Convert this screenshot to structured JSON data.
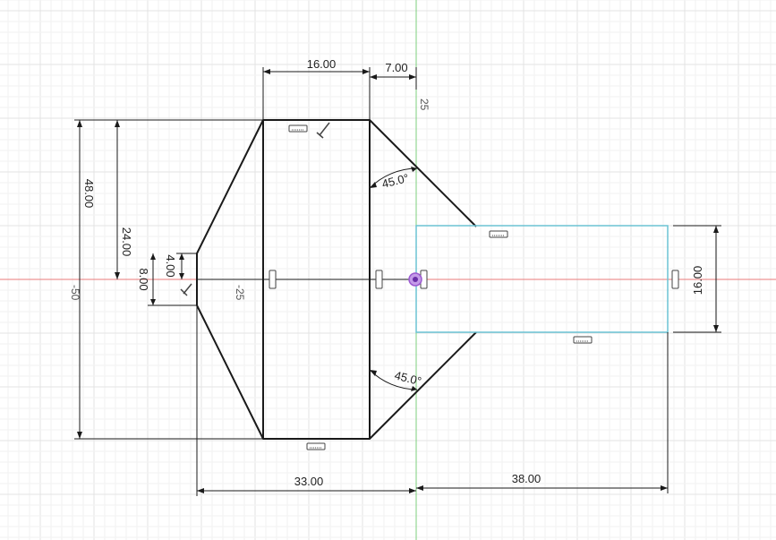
{
  "sketch": {
    "dimensions": {
      "width_16": "16.00",
      "width_7": "7.00",
      "height_48": "48.00",
      "height_24": "24.00",
      "height_4": "4.00",
      "height_8": "8.00",
      "width_33": "33.00",
      "width_38": "38.00",
      "height_16": "16.00"
    },
    "angles": {
      "upper": "45.0°",
      "lower": "45.0°"
    },
    "axis_ticks": {
      "vertical_top": "25",
      "horizontal_left": "-25",
      "left_edge": "-50"
    },
    "colors": {
      "x_axis": "#e87a7a",
      "y_axis": "#7ccf7c",
      "selection": "#6bc3d4",
      "sketch_line": "#1a1a1a",
      "origin": "#9b59d0"
    }
  }
}
